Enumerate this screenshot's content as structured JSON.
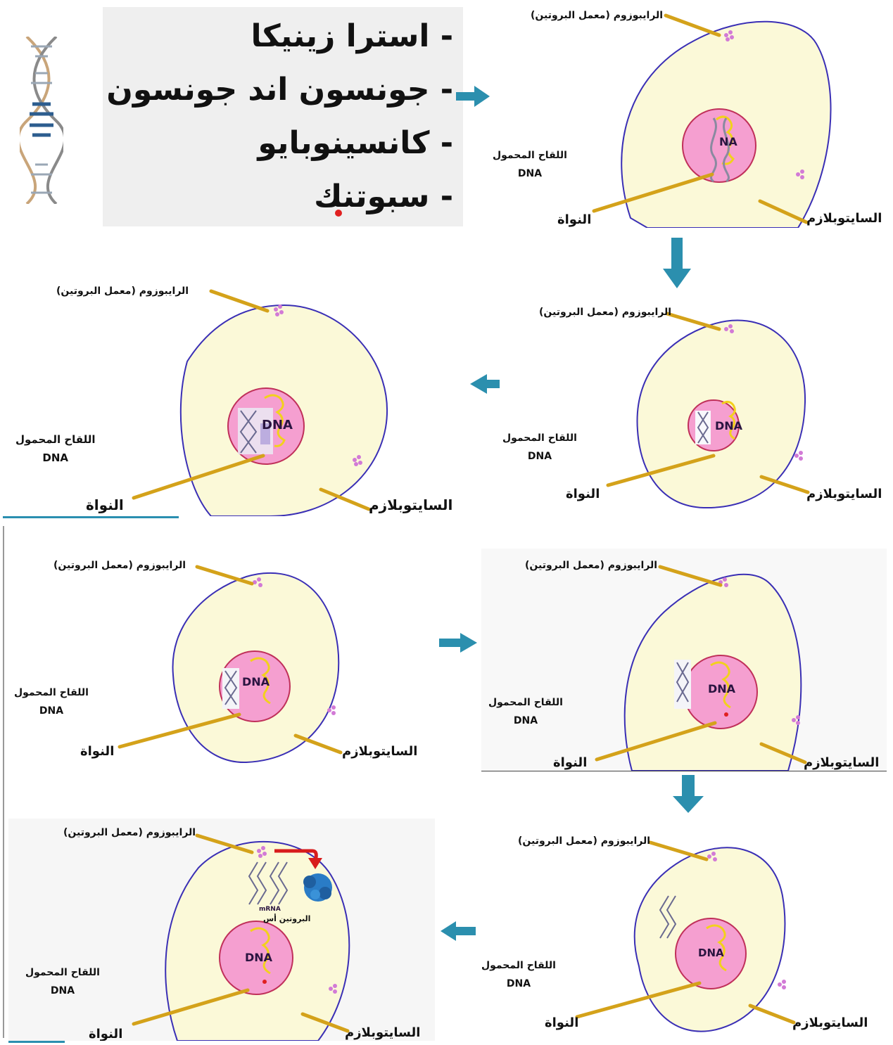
{
  "companies": {
    "items": [
      "- استرا زينيكا",
      "- جونسون اند جونسون",
      "- كانسينوبايو",
      "- سبوتنك"
    ]
  },
  "labels": {
    "ribosome": "الرايبوزوم (معمل البروتين)",
    "vaccine_line1": "اللقاح المحمول",
    "vaccine_line2": "DNA",
    "nucleus": "النواة",
    "cytoplasm": "السايتوبلازم",
    "dna": "DNA",
    "dna_partial": "NA",
    "mrna": "mRNA",
    "spike_protein": "البروتين أس"
  },
  "colors": {
    "cytoplasm_fill": "#fbf9d8",
    "membrane": "#3a2fb5",
    "nucleus_fill": "#f59fd0",
    "nucleus_stroke": "#c0305a",
    "pointer": "#d4a21a",
    "flow_arrow": "#2b8fae",
    "ribosome": "#d27ad6",
    "mrna_arrow": "#d81c1c",
    "protein": "#2a7cc6",
    "chromatin": "#f2d11c"
  },
  "icons": [
    "dna-helix-icon",
    "flow-arrow-icon",
    "ribosome-icon",
    "protein-blob-icon"
  ]
}
